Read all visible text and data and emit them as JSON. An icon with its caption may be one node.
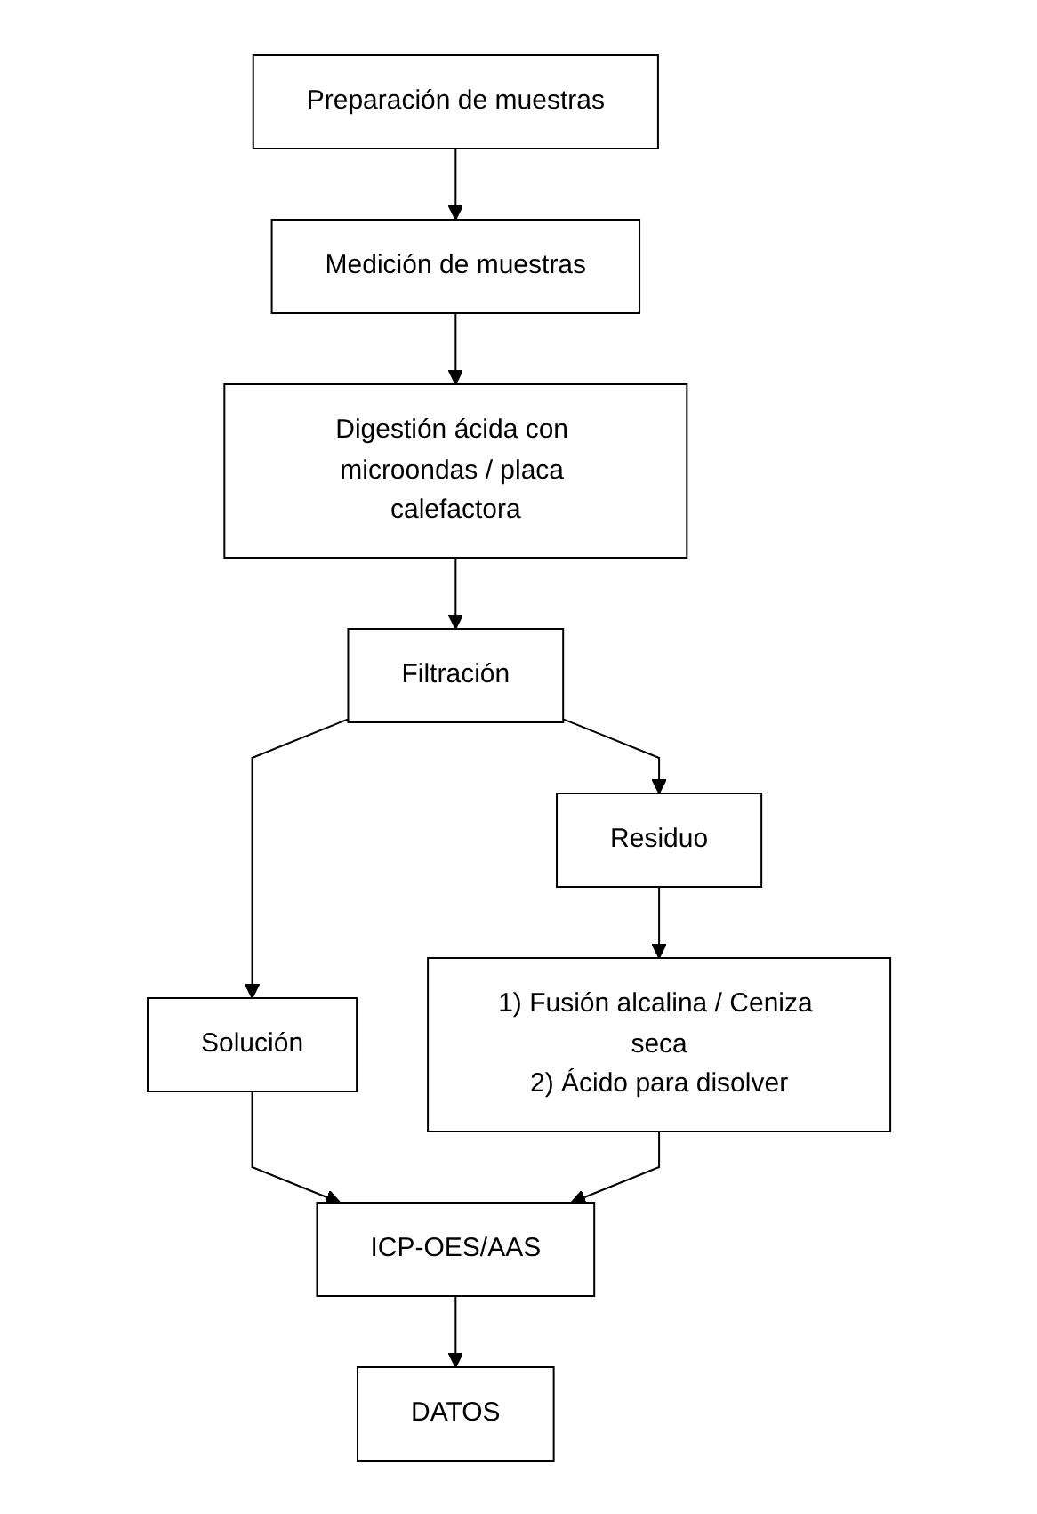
{
  "diagram": {
    "nodes": [
      {
        "text": [
          "Preparación de muestras"
        ]
      },
      {
        "text": [
          "Medición de muestras"
        ]
      },
      {
        "text": [
          "Digestión ácida con microondas / placa calefactora"
        ]
      },
      {
        "text": [
          "Filtración"
        ]
      },
      {
        "text": [
          "Solución"
        ]
      },
      {
        "text": [
          "Residuo"
        ]
      },
      {
        "text": [
          "1) Fusión alcalina / Ceniza seca",
          "2) Ácido para disolver"
        ]
      },
      {
        "text": [
          "ICP-OES/AAS"
        ]
      },
      {
        "text": [
          "DATOS"
        ]
      }
    ],
    "edges": [
      {
        "from": 0,
        "to": 1,
        "arrow": "to"
      },
      {
        "from": 1,
        "to": 2,
        "arrow": "to"
      },
      {
        "from": 2,
        "to": 3,
        "arrow": "to"
      },
      {
        "from": 3,
        "to": 4,
        "arrow": "to"
      },
      {
        "from": 3,
        "to": 5,
        "arrow": "to"
      },
      {
        "from": 5,
        "to": 6,
        "arrow": "to"
      },
      {
        "from": 4,
        "to": 7,
        "arrow": "to"
      },
      {
        "from": 6,
        "to": 7,
        "arrow": "to"
      },
      {
        "from": 7,
        "to": 8,
        "arrow": "to"
      }
    ]
  }
}
